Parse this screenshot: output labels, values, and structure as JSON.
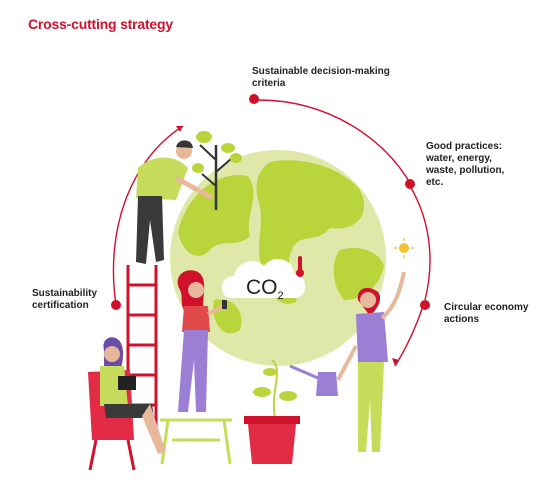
{
  "title": "Cross-cutting strategy",
  "steps": [
    {
      "id": "decision",
      "label": "Sustainable decision-making\ncriteria"
    },
    {
      "id": "practices",
      "label": "Good practices:\nwater, energy,\nwaste, pollution,\netc."
    },
    {
      "id": "circular",
      "label": "Circular economy\nactions"
    },
    {
      "id": "certification",
      "label": "Sustainability\ncertification"
    }
  ],
  "cloud": {
    "main": "CO",
    "sub": "2"
  },
  "colors": {
    "accent": "#d0112b",
    "globe_light": "#dfe8a8",
    "globe_land": "#b9d53b",
    "purple": "#9b7fd4"
  }
}
